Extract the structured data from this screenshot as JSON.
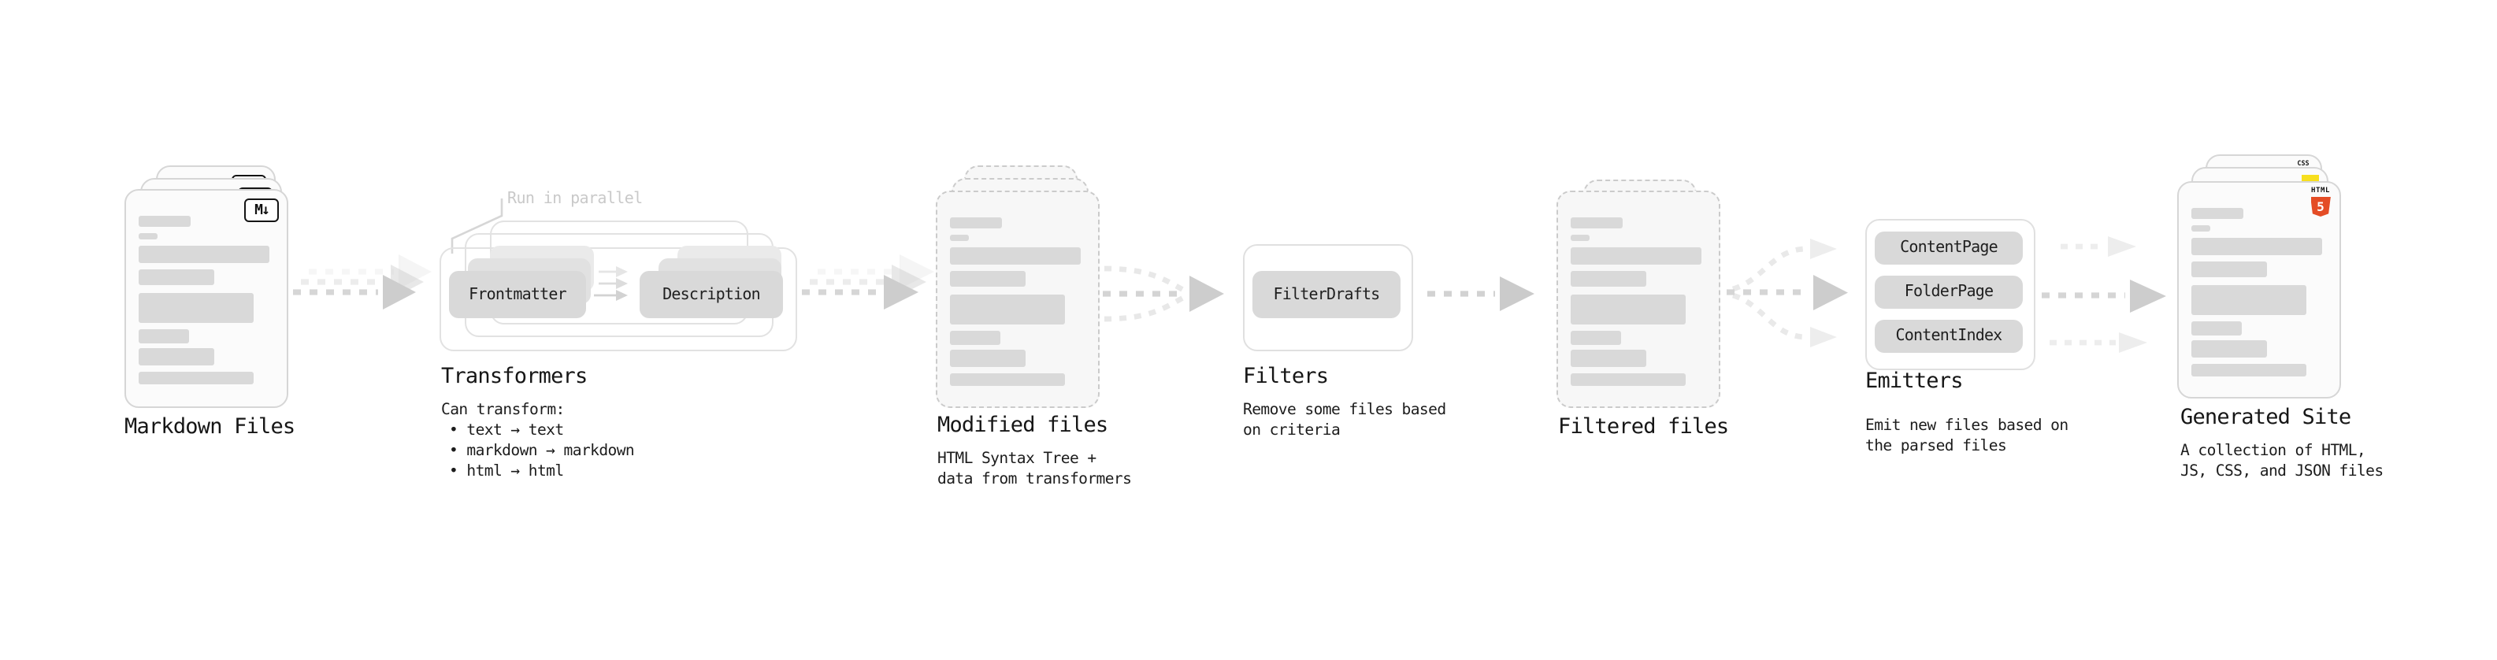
{
  "stages": {
    "markdown_files": {
      "label": "Markdown Files",
      "badge": "M↓"
    },
    "transformers": {
      "label": "Transformers",
      "note": "Run in parallel",
      "pills": [
        "Frontmatter",
        "Description"
      ],
      "caption_title": "Can transform:",
      "bullets": [
        "• text → text",
        "• markdown → markdown",
        "• html → html"
      ]
    },
    "modified_files": {
      "label": "Modified files",
      "caption": "HTML Syntax Tree +\ndata from transformers"
    },
    "filters": {
      "label": "Filters",
      "pill": "FilterDrafts",
      "caption": "Remove some files based\non criteria"
    },
    "filtered_files": {
      "label": "Filtered files"
    },
    "emitters": {
      "label": "Emitters",
      "pills": [
        "ContentPage",
        "FolderPage",
        "ContentIndex"
      ],
      "caption": "Emit new files based on\nthe parsed files"
    },
    "generated_site": {
      "label": "Generated Site",
      "caption": "A collection of HTML,\nJS, CSS, and JSON files",
      "badge_html_word": "HTML",
      "badge_html_number": "5",
      "badge_css": "CSS"
    }
  },
  "colors": {
    "doc_bar": "#d9d9d9",
    "pill_bg": "#d9d9d9",
    "arrow_dash": "#d6d6d6",
    "arrow_head": "#cdcdcd",
    "arrow_light": "#ececec",
    "note_gray": "#c9c9c9",
    "html5_orange": "#e44d26",
    "js_yellow": "#f7df1e",
    "css_blue": "#2b66f6",
    "text": "#161616"
  }
}
